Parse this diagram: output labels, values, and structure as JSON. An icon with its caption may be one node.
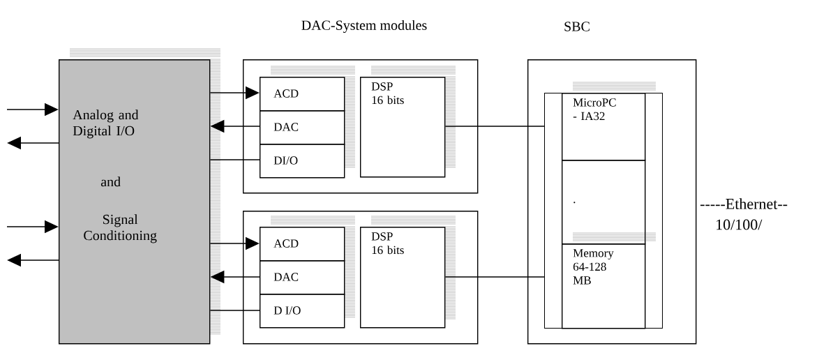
{
  "diagram": {
    "nodes": [
      {
        "text": [
          "Analog and Digital I/O",
          "and",
          "Signal Conditioning"
        ]
      },
      {
        "text": [],
        "shape": "box"
      },
      {
        "text": [
          "ACD"
        ],
        "in": 1
      },
      {
        "text": [
          "DAC"
        ],
        "in": 1
      },
      {
        "text": [
          "DI/O"
        ],
        "in": 1
      },
      {
        "text": [
          "DSP 16 bits"
        ],
        "in": 1
      },
      {
        "text": [],
        "shape": "box"
      },
      {
        "text": [
          "ACD"
        ],
        "in": 6
      },
      {
        "text": [
          "DAC"
        ],
        "in": 6
      },
      {
        "text": [
          "D I/O"
        ],
        "in": 6
      },
      {
        "text": [
          "DSP 16 bits"
        ],
        "in": 6
      },
      {
        "text": [],
        "shape": "box"
      },
      {
        "text": [],
        "shape": "bar",
        "in": 11
      },
      {
        "text": [
          "MicroPC - IA32"
        ],
        "in": 11
      },
      {
        "text": [
          "."
        ],
        "in": 11
      },
      {
        "text": [
          "Memory 64-128 MB"
        ],
        "in": 11
      },
      {
        "text": [],
        "shape": "bar",
        "in": 11
      }
    ],
    "edges": [
      {
        "from": null,
        "to": 0,
        "arrow": "to"
      },
      {
        "from": 0,
        "to": null,
        "arrow": "to"
      },
      {
        "from": null,
        "to": 0,
        "arrow": "to"
      },
      {
        "from": 0,
        "to": null,
        "arrow": "to"
      },
      {
        "from": 0,
        "to": 2,
        "arrow": "to"
      },
      {
        "from": 3,
        "to": 0,
        "arrow": "to"
      },
      {
        "from": 0,
        "to": 4,
        "arrow": "none"
      },
      {
        "from": 0,
        "to": 7,
        "arrow": "to"
      },
      {
        "from": 8,
        "to": 0,
        "arrow": "to"
      },
      {
        "from": 0,
        "to": 9,
        "arrow": "none"
      },
      {
        "from": 5,
        "to": 12,
        "arrow": "none"
      },
      {
        "from": 10,
        "to": 12,
        "arrow": "none"
      }
    ],
    "labels": [
      "DAC-System modules",
      "SBC",
      "-----Ethernet--",
      "10/100/"
    ]
  }
}
